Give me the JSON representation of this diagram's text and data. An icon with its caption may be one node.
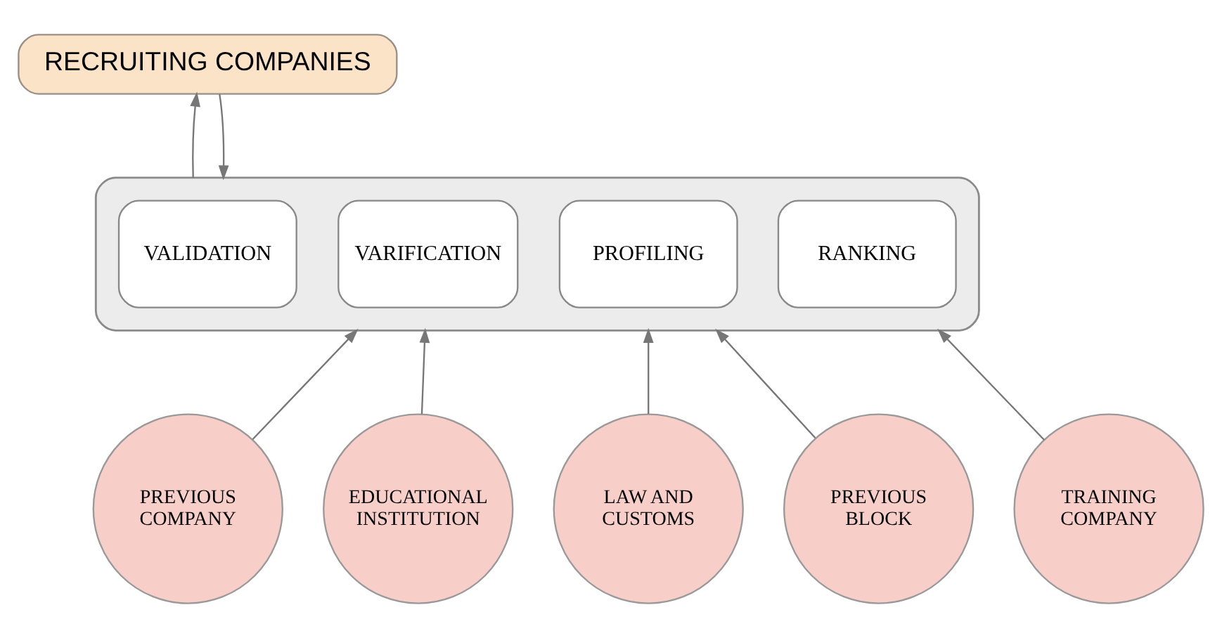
{
  "diagram": {
    "nodes": [
      {
        "text": [
          "RECRUITING COMPANIES"
        ]
      },
      {
        "text": [],
        "shape": "box"
      },
      {
        "text": [
          "VALIDATION"
        ],
        "in": 1
      },
      {
        "text": [
          "VARIFICATION"
        ],
        "in": 1
      },
      {
        "text": [
          "PROFILING"
        ],
        "in": 1
      },
      {
        "text": [
          "RANKING"
        ],
        "in": 1
      },
      {
        "text": [
          "PREVIOUS COMPANY"
        ]
      },
      {
        "text": [
          "EDUCATIONAL INSTITUTION"
        ]
      },
      {
        "text": [
          "LAW AND CUSTOMS"
        ]
      },
      {
        "text": [
          "PREVIOUS BLOCK"
        ]
      },
      {
        "text": [
          "TRAINING COMPANY"
        ]
      }
    ],
    "edges": [
      {
        "from": 1,
        "to": 0,
        "arrow": "to"
      },
      {
        "from": 0,
        "to": 1,
        "arrow": "to"
      },
      {
        "from": 6,
        "to": 1,
        "arrow": "to"
      },
      {
        "from": 7,
        "to": 1,
        "arrow": "to"
      },
      {
        "from": 8,
        "to": 1,
        "arrow": "to"
      },
      {
        "from": 9,
        "to": 1,
        "arrow": "to"
      },
      {
        "from": 10,
        "to": 1,
        "arrow": "to"
      }
    ]
  }
}
